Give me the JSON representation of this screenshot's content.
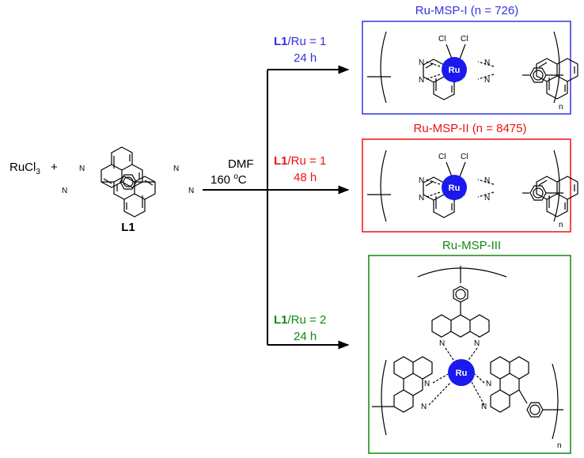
{
  "reactants": {
    "metal_salt": {
      "text": "RuCl",
      "subscript": "3"
    },
    "plus": "+",
    "ligand_label": "L1",
    "atom_n": "N"
  },
  "conditions": {
    "solvent": "DMF",
    "temperature": {
      "value": "160 ",
      "unit_sup": "o",
      "unit": "C"
    }
  },
  "branches": [
    {
      "ratio_bold": "L1",
      "ratio_rest": "/Ru = 1",
      "time": "24 h",
      "color": "#3333dd"
    },
    {
      "ratio_bold": "L1",
      "ratio_rest": "/Ru = 1",
      "time": "48 h",
      "color": "#ee1111"
    },
    {
      "ratio_bold": "L1",
      "ratio_rest": "/Ru = 2",
      "time": "24 h",
      "color": "#118811"
    }
  ],
  "products": [
    {
      "title": "Ru-MSP-I (n = 726)",
      "color": "#3333dd",
      "box_color": "#3333dd",
      "ru": "Ru",
      "cl": "Cl",
      "n": "N",
      "repeat": "n"
    },
    {
      "title": "Ru-MSP-II (n = 8475)",
      "color": "#ee1111",
      "box_color": "#ee1111",
      "ru": "Ru",
      "cl": "Cl",
      "n": "N",
      "repeat": "n"
    },
    {
      "title": "Ru-MSP-III",
      "color": "#118811",
      "box_color": "#118811",
      "ru": "Ru",
      "n": "N",
      "repeat": "n"
    }
  ],
  "ru_fill": "#1a1aee"
}
